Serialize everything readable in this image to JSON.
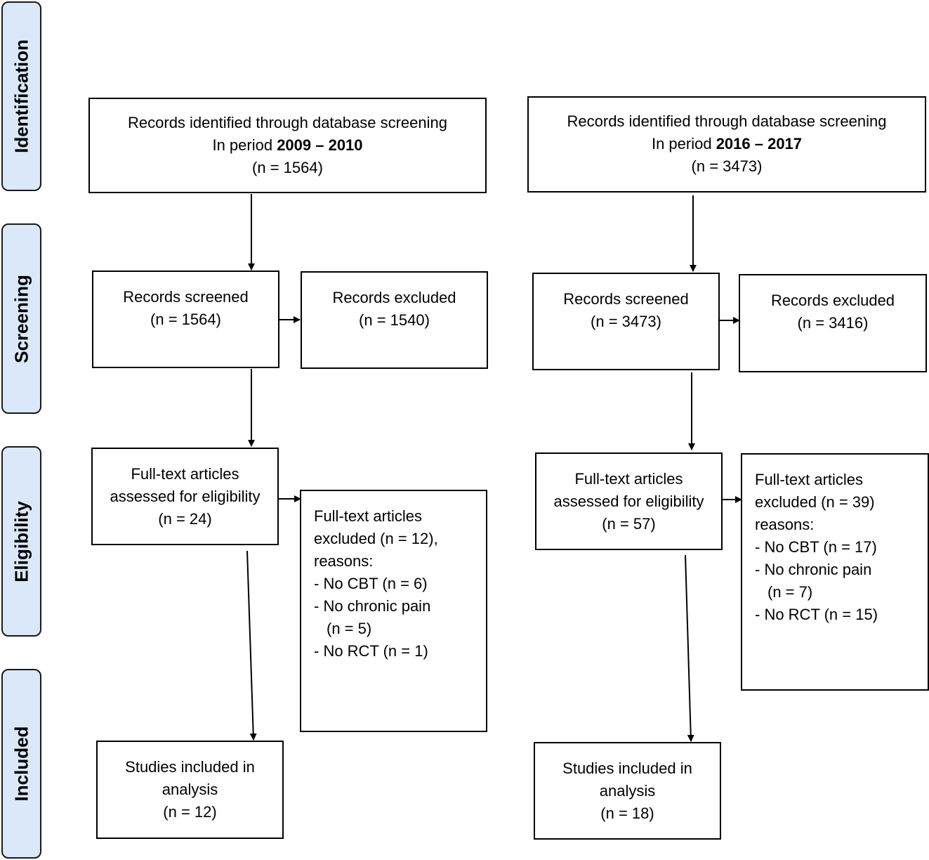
{
  "phases": {
    "identification": "Identification",
    "screening": "Screening",
    "eligibility": "Eligibility",
    "included": "Included"
  },
  "left": {
    "identified": {
      "line1": "Records identified through database screening",
      "period_prefix": "In period ",
      "period": "2009 – 2010",
      "n": "(n = 1564)"
    },
    "screened": {
      "label": "Records screened",
      "n": "(n = 1564)"
    },
    "excluded": {
      "label": "Records excluded",
      "n": "(n = 1540)"
    },
    "fulltext": {
      "line1": "Full-text articles",
      "line2": "assessed for eligibility",
      "n": "(n = 24)"
    },
    "fulltext_excluded": {
      "line1": "Full-text articles",
      "line2": "excluded (n = 12),",
      "line3": "reasons:",
      "reason1": "-  No CBT (n = 6)",
      "reason2": "-  No chronic pain",
      "reason2_cont": "(n = 5)",
      "reason3": "-  No RCT (n = 1)"
    },
    "included": {
      "line1": "Studies included in",
      "line2": "analysis",
      "n": "(n = 12)"
    }
  },
  "right": {
    "identified": {
      "line1": "Records identified through database screening",
      "period_prefix": "In period ",
      "period": "2016 – 2017",
      "n": "(n = 3473)"
    },
    "screened": {
      "label": "Records screened",
      "n": "(n = 3473)"
    },
    "excluded": {
      "label": "Records excluded",
      "n": "(n = 3416)"
    },
    "fulltext": {
      "line1": "Full-text articles",
      "line2": "assessed for eligibility",
      "n": "(n = 57)"
    },
    "fulltext_excluded": {
      "line1": "Full-text articles",
      "line2": "excluded (n = 39)",
      "line3": "reasons:",
      "reason1": "-  No CBT (n = 17)",
      "reason2": "-  No chronic pain",
      "reason2_cont": "(n = 7)",
      "reason3": "-  No RCT (n = 15)"
    },
    "included": {
      "line1": "Studies included in",
      "line2": "analysis",
      "n": "(n = 18)"
    }
  }
}
